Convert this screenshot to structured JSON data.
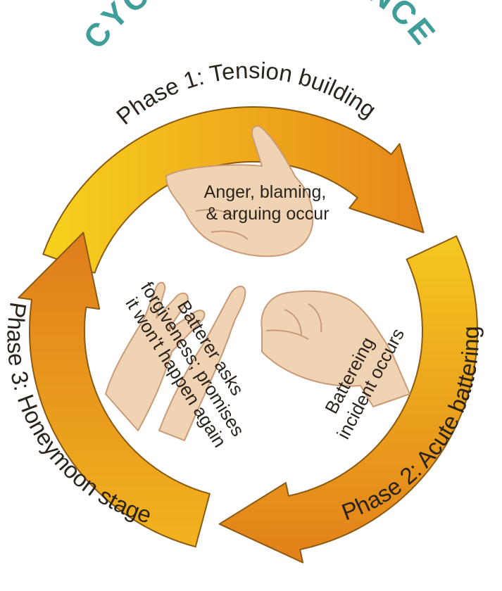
{
  "title": "CYCLE OF VIOLENCE",
  "phases": [
    {
      "label": "Phase 1: Tension building",
      "description": [
        "Anger, blaming,",
        "& arguing occur"
      ]
    },
    {
      "label": "Phase 2: Acute battering",
      "description": [
        "Battereing",
        "incident occurs"
      ]
    },
    {
      "label": "Phase 3: Honeymoon stage",
      "description": [
        "Batterer asks",
        "forgiveness; promises",
        "it won't happen again"
      ]
    }
  ],
  "colors": {
    "title": "#3f9d9a",
    "ring_light": "#f7d21c",
    "ring_dark": "#e7861b",
    "ring_outline": "#8a5a12",
    "text": "#2a241c",
    "hand": "#f0d3b3",
    "hand_outline": "#c99a77"
  },
  "icons": [
    "pointing-finger-hand-icon",
    "fist-hand-icon",
    "pleading-hands-icon"
  ]
}
